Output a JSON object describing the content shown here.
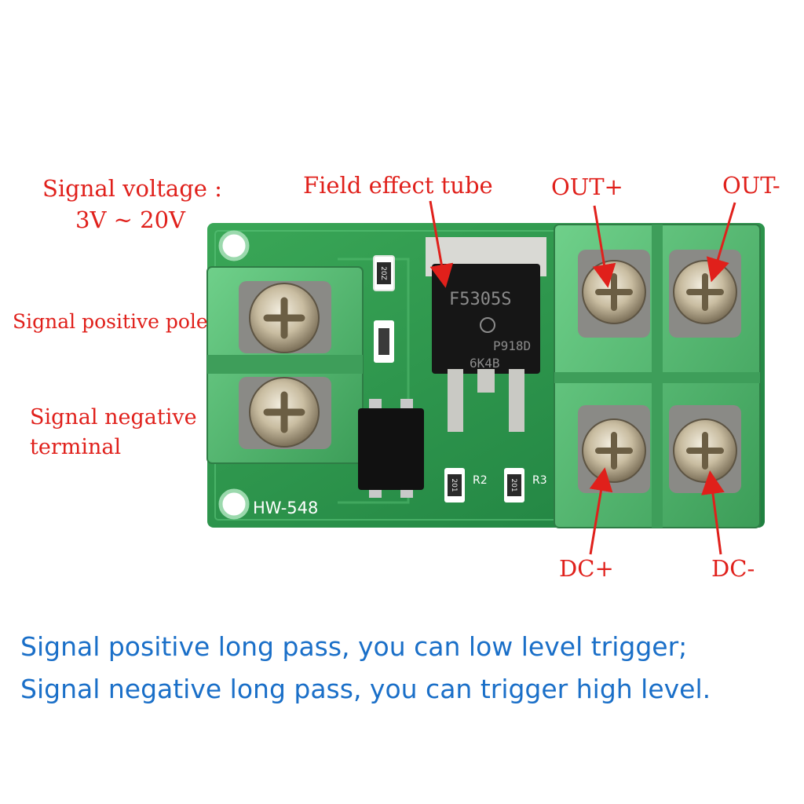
{
  "labels": {
    "signal_voltage_line1": "Signal voltage :",
    "signal_voltage_line2": "3V ~ 20V",
    "field_effect_tube": "Field effect tube",
    "out_plus": "OUT+",
    "out_minus": "OUT-",
    "signal_positive_pole": "Signal positive pole",
    "signal_negative_line1": "Signal negative",
    "signal_negative_line2": "terminal",
    "dc_plus": "DC+",
    "dc_minus": "DC-"
  },
  "board": {
    "model": "HW-548",
    "chip_line1": "F5305S",
    "chip_line2": "P918D",
    "chip_line3": "6K4B",
    "r2": "R2",
    "r3": "R3",
    "resistor_top": "20Z",
    "resistor_r2": "201",
    "resistor_r3": "201"
  },
  "captions": {
    "line1": "Signal positive long pass, you can low level trigger;",
    "line2": "Signal negative long pass, you can trigger high level."
  },
  "colors": {
    "label_red": "#e0201b",
    "caption_blue": "#1a6fc8",
    "pcb_green": "#2f9a4c",
    "terminal_green": "#52b56e"
  }
}
